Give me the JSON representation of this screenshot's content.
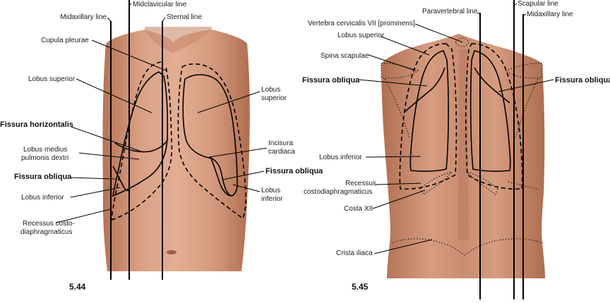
{
  "figures": [
    {
      "number": "5.44",
      "reference_lines": [
        "Midaxillary line",
        "Midclavicular line",
        "Sternal line"
      ],
      "labels": {
        "cupula": "Cupula pleurae",
        "lobus_superior_left": "Lobus superior",
        "fissura_horizontalis": "Fissura horizontalis",
        "lobus_medius_1": "Lobus medius",
        "lobus_medius_2": "pulmonis dextri",
        "fissura_obliqua_left": "Fissura obliqua",
        "lobus_inferior_left": "Lobus inferior",
        "recessus_1": "Recessus costo-",
        "recessus_2": "diaphragmaticus",
        "lobus_superior_right_1": "Lobus",
        "lobus_superior_right_2": "superior",
        "incisura_1": "Incisura",
        "incisura_2": "cardiaca",
        "fissura_obliqua_right": "Fissura obliqua",
        "lobus_inferior_right_1": "Lobus",
        "lobus_inferior_right_2": "inferior"
      }
    },
    {
      "number": "5.45",
      "reference_lines": [
        "Paravertebral line",
        "Scapular line",
        "Midaxillary line"
      ],
      "labels": {
        "vertebra": "Vertebra cervicalis VII [prominens]",
        "lobus_superior": "Lobus superior",
        "spina": "Spina scapulae",
        "fissura_obliqua_left": "Fissura obliqua",
        "fissura_obliqua_right": "Fissura obliqua",
        "lobus_inferior": "Lobus inferior",
        "recessus_1": "Recessus",
        "recessus_2": "costodiaphragmaticus",
        "costa": "Costa XII",
        "crista": "Crista iliaca"
      }
    }
  ],
  "colors": {
    "skin_light": "#e2a989",
    "skin_mid": "#cf8f6e",
    "skin_dark": "#b87656",
    "line": "#000000"
  }
}
